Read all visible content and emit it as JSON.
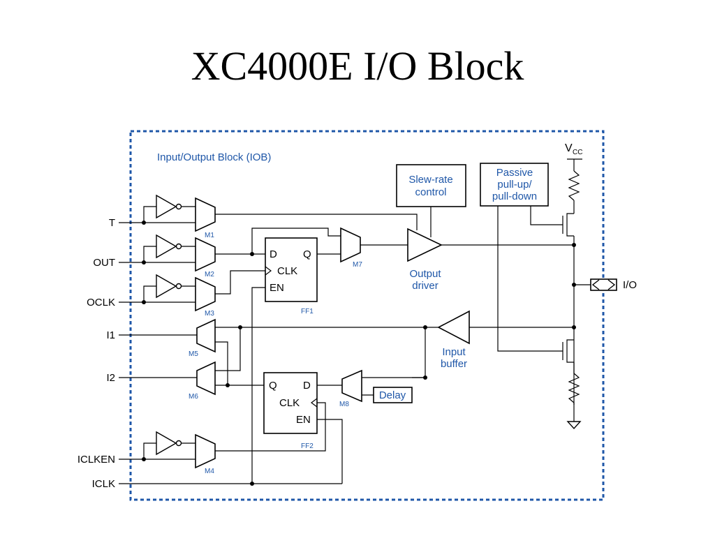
{
  "title": "XC4000E I/O Block",
  "iob_label": "Input/Output Block (IOB)",
  "pins": {
    "t": "T",
    "out": "OUT",
    "oclk": "OCLK",
    "i1": "I1",
    "i2": "I2",
    "iclken": "ICLKEN",
    "iclk": "ICLK",
    "io": "I/O"
  },
  "muxes": {
    "m1": "M1",
    "m2": "M2",
    "m3": "M3",
    "m4": "M4",
    "m5": "M5",
    "m6": "M6",
    "m7": "M7",
    "m8": "M8"
  },
  "ff1": {
    "name": "FF1",
    "d": "D",
    "q": "Q",
    "clk": "CLK",
    "en": "EN"
  },
  "ff2": {
    "name": "FF2",
    "d": "D",
    "q": "Q",
    "clk": "CLK",
    "en": "EN"
  },
  "blocks": {
    "slew_line1": "Slew-rate",
    "slew_line2": "control",
    "pull_line1": "Passive",
    "pull_line2": "pull-up/",
    "pull_line3": "pull-down",
    "output_driver_line1": "Output",
    "output_driver_line2": "driver",
    "input_buffer_line1": "Input",
    "input_buffer_line2": "buffer",
    "delay": "Delay"
  },
  "vcc": {
    "main": "V",
    "sub": "CC"
  },
  "colors": {
    "border": "#1f57a8",
    "label": "#1f57a8",
    "line": "#000000"
  }
}
